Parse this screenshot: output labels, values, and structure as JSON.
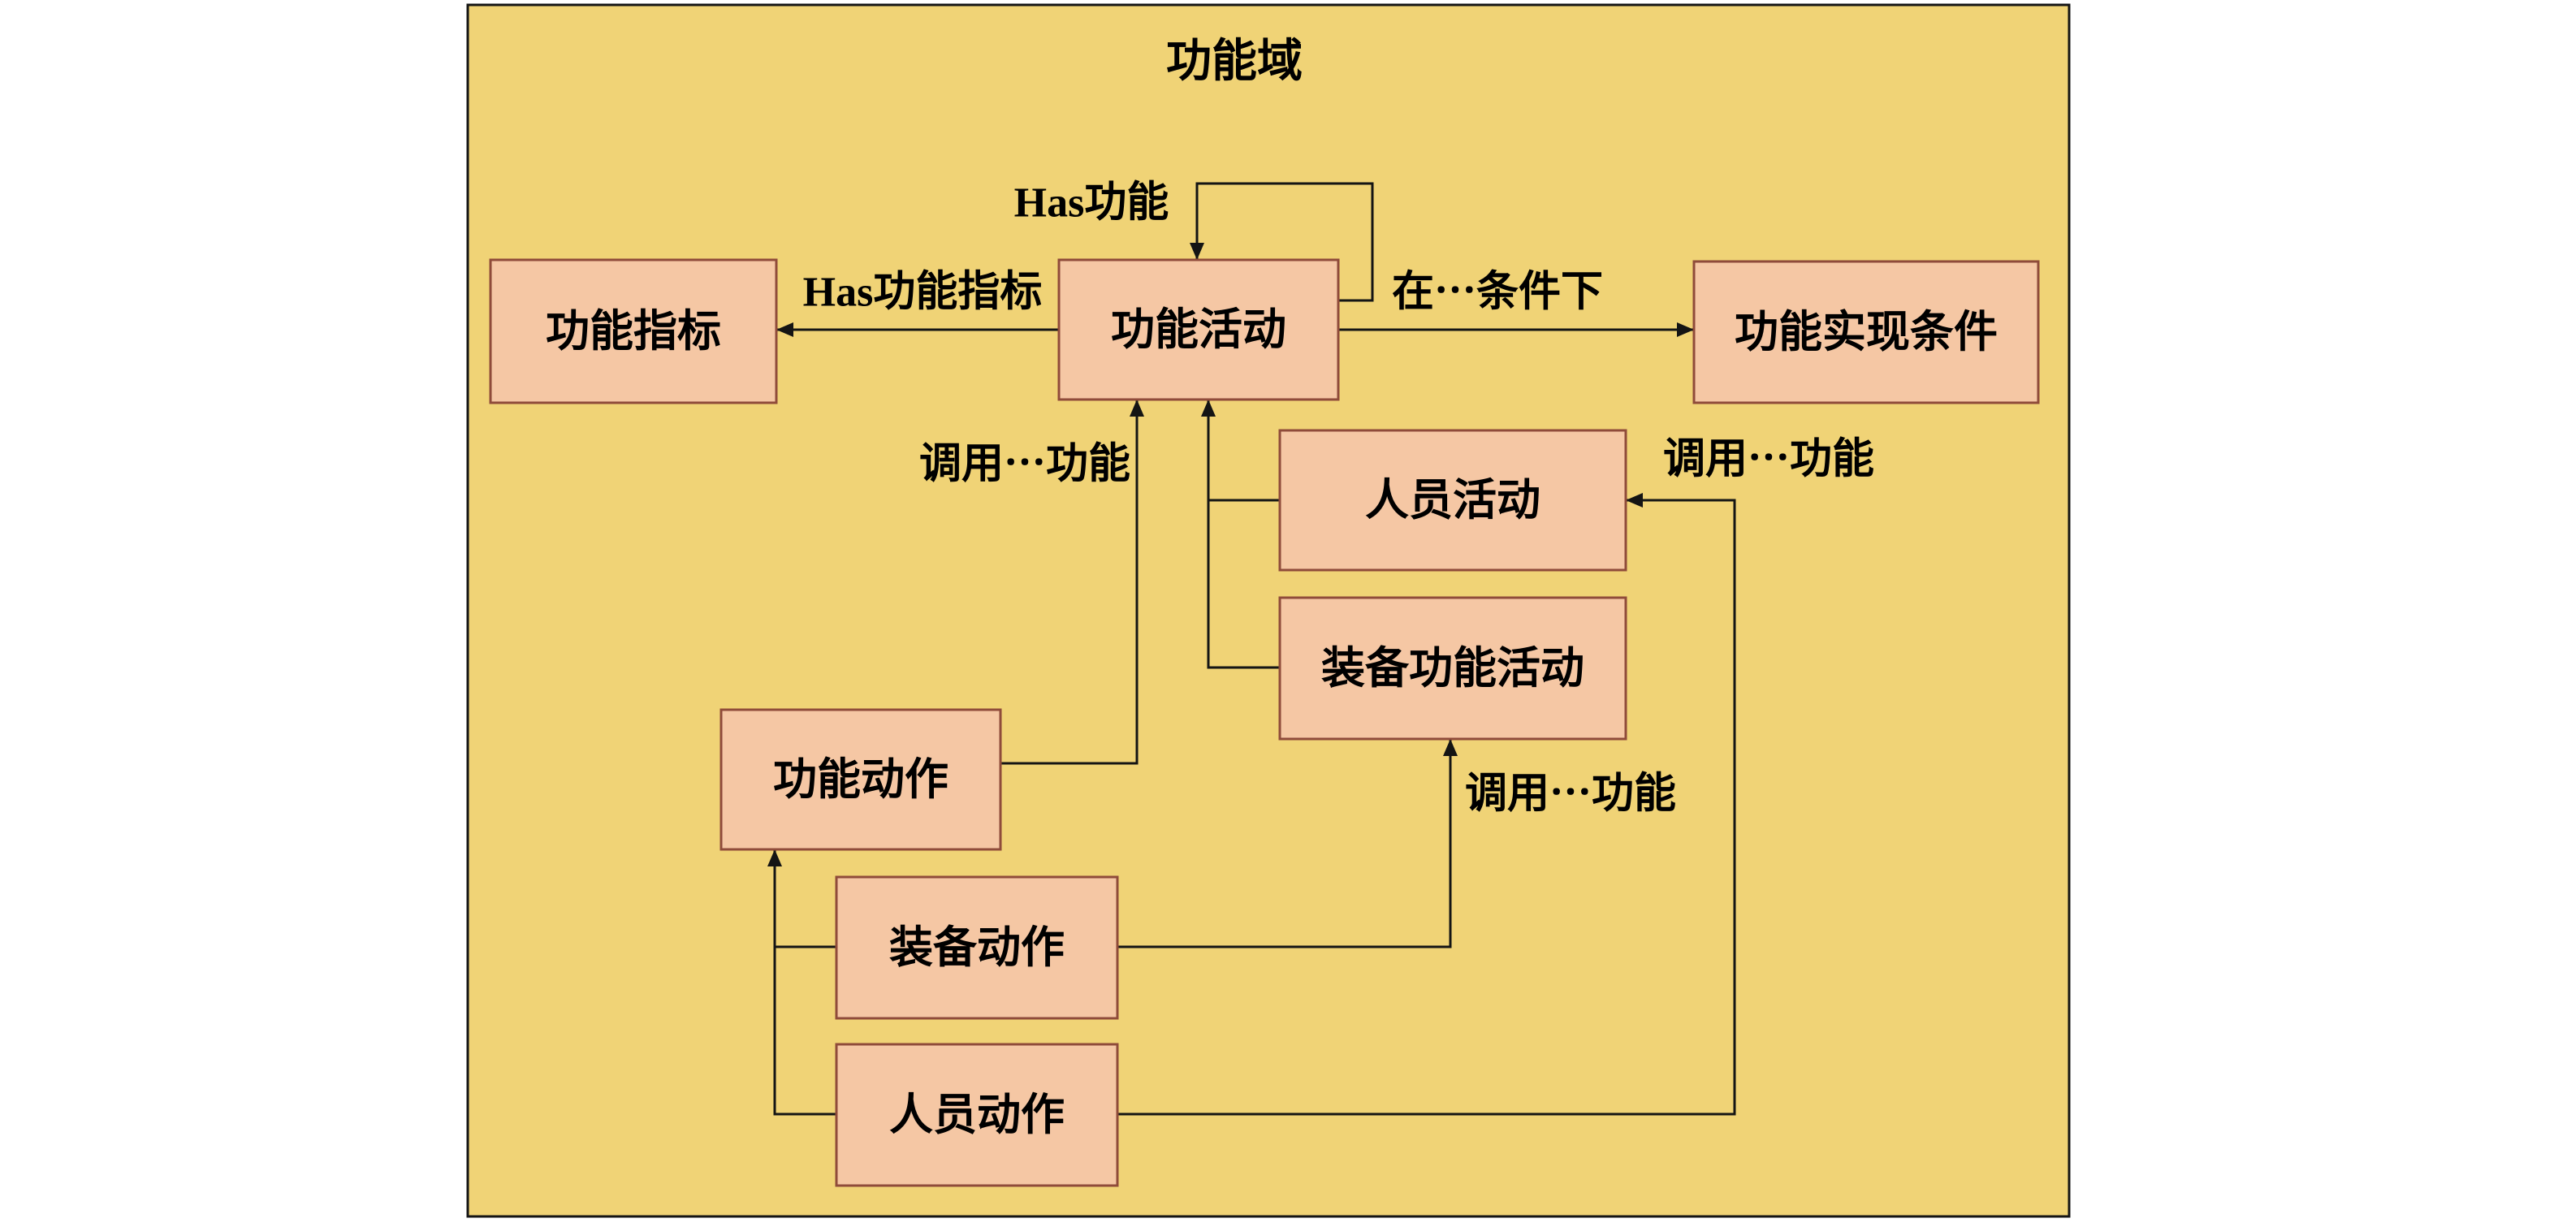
{
  "diagram": {
    "title": "功能域",
    "nodes": {
      "function_indicator": {
        "label": "功能指标"
      },
      "function_activity": {
        "label": "功能活动"
      },
      "function_realization_condition": {
        "label": "功能实现条件"
      },
      "personnel_activity": {
        "label": "人员活动"
      },
      "equipment_function_activity": {
        "label": "装备功能活动"
      },
      "function_action": {
        "label": "功能动作"
      },
      "equipment_action": {
        "label": "装备动作"
      },
      "personnel_action": {
        "label": "人员动作"
      }
    },
    "edges": {
      "has_function": {
        "label": "Has功能"
      },
      "has_function_indicator": {
        "label": "Has功能指标"
      },
      "under_condition": {
        "label": "在⋯条件下"
      },
      "invoke_function_from_function_action": {
        "label": "调用⋯功能"
      },
      "invoke_function_from_equipment_action": {
        "label": "调用⋯功能"
      },
      "invoke_function_from_personnel_action": {
        "label": "调用⋯功能"
      }
    },
    "colors": {
      "page_background": "#FFFFFF",
      "domain_fill": "#F0D376",
      "domain_border": "#141414",
      "node_fill": "#F5C7A4",
      "node_border": "#8F4B3A",
      "line": "#141414",
      "text": "#000000"
    }
  }
}
